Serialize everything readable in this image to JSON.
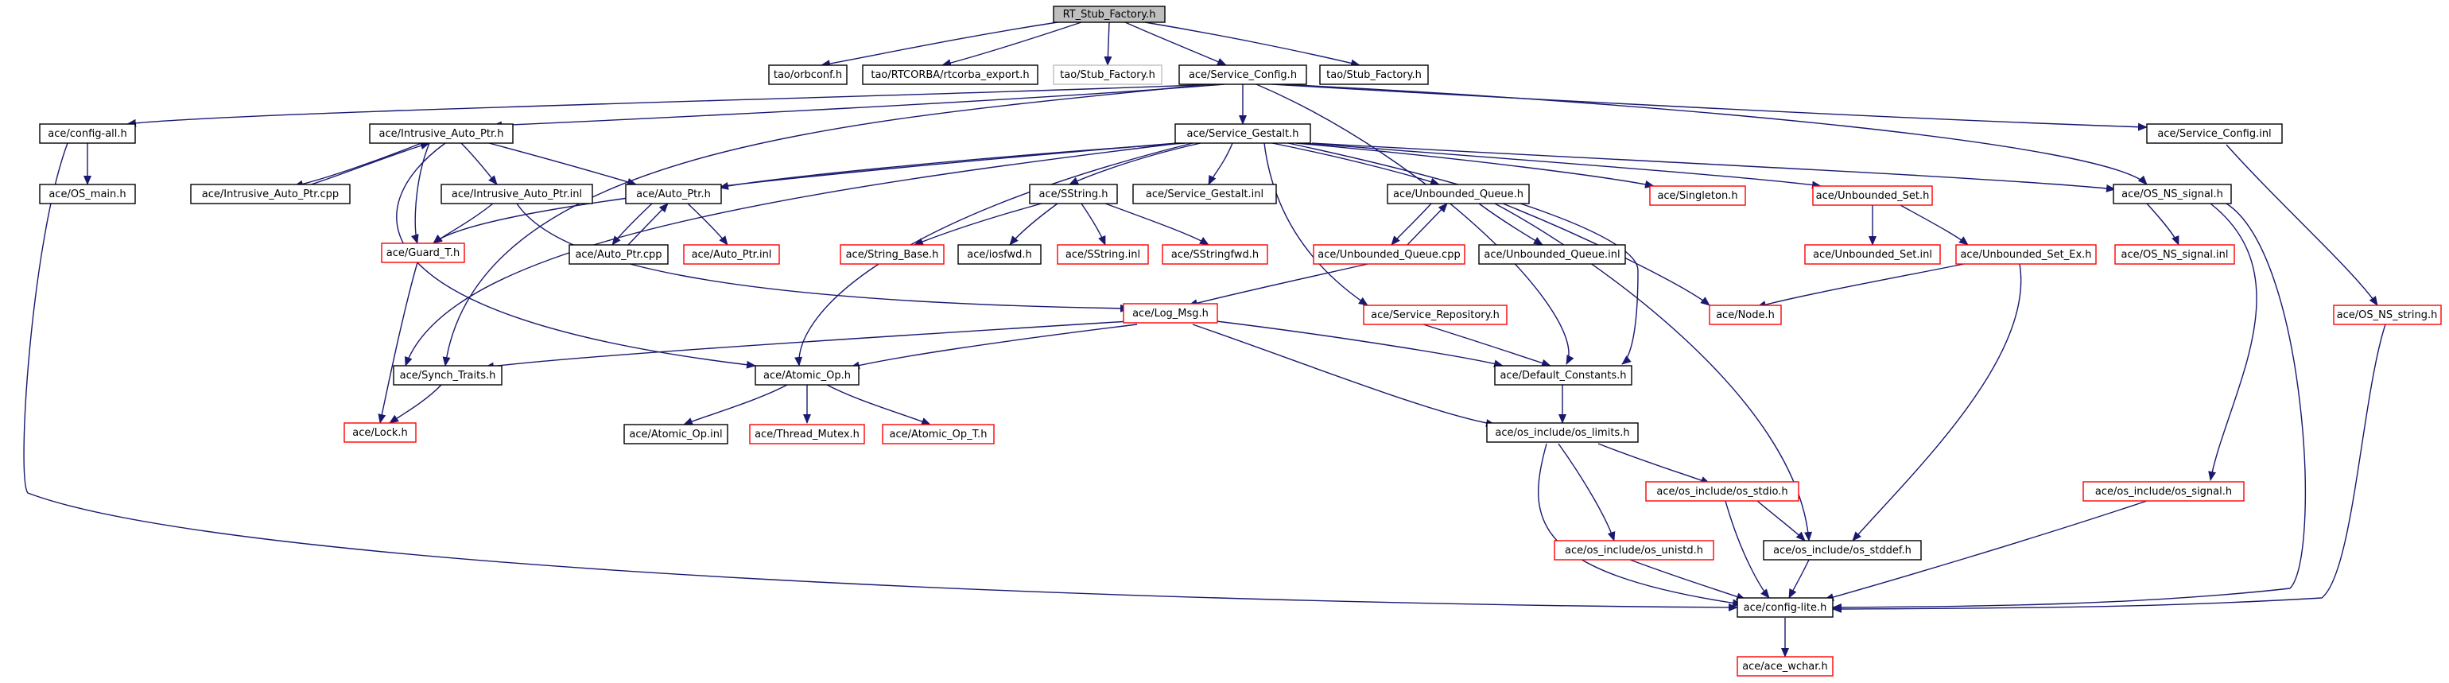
{
  "diagram": {
    "colors": {
      "edge": "#191970",
      "root_fill": "#bfbfbf",
      "normal_border": "#000000",
      "external_border": "#ff0000",
      "missing_border": "#bfbfbf",
      "missing_text": "#7f7f7f"
    },
    "nodes": [
      {
        "id": "rt_stub",
        "label": "RT_Stub_Factory.h",
        "kind": "root"
      },
      {
        "id": "orbconf",
        "label": "tao/orbconf.h",
        "kind": "normal"
      },
      {
        "id": "rtcorba_export",
        "label": "tao/RTCORBA/rtcorba_export.h",
        "kind": "normal"
      },
      {
        "id": "stub_factory_missing",
        "label": "tao/Stub_Factory.h",
        "kind": "missing"
      },
      {
        "id": "service_config",
        "label": "ace/Service_Config.h",
        "kind": "normal"
      },
      {
        "id": "stub_factory",
        "label": "tao/Stub_Factory.h",
        "kind": "normal"
      },
      {
        "id": "config_all",
        "label": "ace/config-all.h",
        "kind": "normal"
      },
      {
        "id": "intrusive_ptr_h",
        "label": "ace/Intrusive_Auto_Ptr.h",
        "kind": "normal"
      },
      {
        "id": "service_gestalt_h",
        "label": "ace/Service_Gestalt.h",
        "kind": "normal"
      },
      {
        "id": "service_config_inl",
        "label": "ace/Service_Config.inl",
        "kind": "normal"
      },
      {
        "id": "os_main",
        "label": "ace/OS_main.h",
        "kind": "normal"
      },
      {
        "id": "intrusive_ptr_cpp",
        "label": "ace/Intrusive_Auto_Ptr.cpp",
        "kind": "normal"
      },
      {
        "id": "intrusive_ptr_inl",
        "label": "ace/Intrusive_Auto_Ptr.inl",
        "kind": "normal"
      },
      {
        "id": "auto_ptr_h",
        "label": "ace/Auto_Ptr.h",
        "kind": "normal"
      },
      {
        "id": "sstring_h",
        "label": "ace/SString.h",
        "kind": "normal"
      },
      {
        "id": "service_gestalt_inl",
        "label": "ace/Service_Gestalt.inl",
        "kind": "normal"
      },
      {
        "id": "unbounded_queue_h",
        "label": "ace/Unbounded_Queue.h",
        "kind": "normal"
      },
      {
        "id": "singleton_h",
        "label": "ace/Singleton.h",
        "kind": "external"
      },
      {
        "id": "unbounded_set_h",
        "label": "ace/Unbounded_Set.h",
        "kind": "external"
      },
      {
        "id": "os_ns_signal_h",
        "label": "ace/OS_NS_signal.h",
        "kind": "normal"
      },
      {
        "id": "guard_t_h",
        "label": "ace/Guard_T.h",
        "kind": "external"
      },
      {
        "id": "auto_ptr_cpp",
        "label": "ace/Auto_Ptr.cpp",
        "kind": "normal"
      },
      {
        "id": "auto_ptr_inl",
        "label": "ace/Auto_Ptr.inl",
        "kind": "external"
      },
      {
        "id": "string_base_h",
        "label": "ace/String_Base.h",
        "kind": "external"
      },
      {
        "id": "iosfwd_h",
        "label": "ace/iosfwd.h",
        "kind": "normal"
      },
      {
        "id": "sstring_inl",
        "label": "ace/SString.inl",
        "kind": "external"
      },
      {
        "id": "sstringfwd_h",
        "label": "ace/SStringfwd.h",
        "kind": "external"
      },
      {
        "id": "unbounded_queue_cpp",
        "label": "ace/Unbounded_Queue.cpp",
        "kind": "external"
      },
      {
        "id": "unbounded_queue_inl",
        "label": "ace/Unbounded_Queue.inl",
        "kind": "normal"
      },
      {
        "id": "unbounded_set_inl",
        "label": "ace/Unbounded_Set.inl",
        "kind": "external"
      },
      {
        "id": "unbounded_set_ex_h",
        "label": "ace/Unbounded_Set_Ex.h",
        "kind": "external"
      },
      {
        "id": "os_ns_signal_inl",
        "label": "ace/OS_NS_signal.inl",
        "kind": "external"
      },
      {
        "id": "os_ns_string_h",
        "label": "ace/OS_NS_string.h",
        "kind": "external"
      },
      {
        "id": "log_msg_h",
        "label": "ace/Log_Msg.h",
        "kind": "external"
      },
      {
        "id": "service_repository_h",
        "label": "ace/Service_Repository.h",
        "kind": "external"
      },
      {
        "id": "node_h",
        "label": "ace/Node.h",
        "kind": "external"
      },
      {
        "id": "synch_traits_h",
        "label": "ace/Synch_Traits.h",
        "kind": "normal"
      },
      {
        "id": "atomic_op_h",
        "label": "ace/Atomic_Op.h",
        "kind": "normal"
      },
      {
        "id": "default_constants_h",
        "label": "ace/Default_Constants.h",
        "kind": "normal"
      },
      {
        "id": "lock_h",
        "label": "ace/Lock.h",
        "kind": "external"
      },
      {
        "id": "atomic_op_inl",
        "label": "ace/Atomic_Op.inl",
        "kind": "normal"
      },
      {
        "id": "thread_mutex_h",
        "label": "ace/Thread_Mutex.h",
        "kind": "external"
      },
      {
        "id": "atomic_op_t_h",
        "label": "ace/Atomic_Op_T.h",
        "kind": "external"
      },
      {
        "id": "os_limits_h",
        "label": "ace/os_include/os_limits.h",
        "kind": "normal"
      },
      {
        "id": "os_stdio_h",
        "label": "ace/os_include/os_stdio.h",
        "kind": "external"
      },
      {
        "id": "os_signal_h",
        "label": "ace/os_include/os_signal.h",
        "kind": "external"
      },
      {
        "id": "os_unistd_h",
        "label": "ace/os_include/os_unistd.h",
        "kind": "external"
      },
      {
        "id": "os_stddef_h",
        "label": "ace/os_include/os_stddef.h",
        "kind": "normal"
      },
      {
        "id": "config_lite_h",
        "label": "ace/config-lite.h",
        "kind": "normal"
      },
      {
        "id": "ace_wchar_h",
        "label": "ace/ace_wchar.h",
        "kind": "external"
      }
    ]
  }
}
